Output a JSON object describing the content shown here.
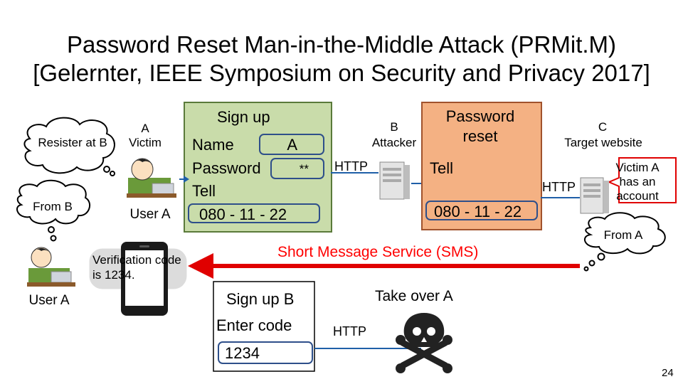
{
  "title_line1": "Password Reset Man-in-the-Middle Attack (PRMit.M)",
  "title_line2": "[Gelernter, IEEE Symposium on Security and Privacy 2017]",
  "bubbles": {
    "resister": "Resister at B",
    "from_b": "From B",
    "verification": "Verification code is 1234.",
    "victim_a_account": "Victim A has an account",
    "from_a": "From A"
  },
  "victim": {
    "letter": "A",
    "role": "Victim",
    "user": "User A"
  },
  "attacker": {
    "letter": "B",
    "role": "Attacker"
  },
  "target": {
    "letter": "C",
    "role": "Target website"
  },
  "user_a_bottom": "User A",
  "signup_panel": {
    "heading": "Sign up",
    "name_label": "Name",
    "name_value": "A",
    "password_label": "Password",
    "password_value": "**",
    "tell_label": "Tell",
    "tell_value": "080 - 11 - 22"
  },
  "reset_panel": {
    "heading": "Password reset",
    "tell_label": "Tell",
    "tell_value": "080 - 11 - 22"
  },
  "http_labels": [
    "HTTP",
    "HTTP",
    "HTTP"
  ],
  "sms_label": "Short Message Service (SMS)",
  "take_over": "Take over A",
  "bottom_form": {
    "signup": "Sign up B",
    "enter_code": "Enter code",
    "code": "1234"
  },
  "page_number": "24",
  "colors": {
    "signup_panel": "#c9dcaa",
    "reset_panel": "#f4b183",
    "sms_arrow": "#e00000",
    "sms_text": "#ff0000",
    "link_arrow": "#1f5fa8"
  }
}
